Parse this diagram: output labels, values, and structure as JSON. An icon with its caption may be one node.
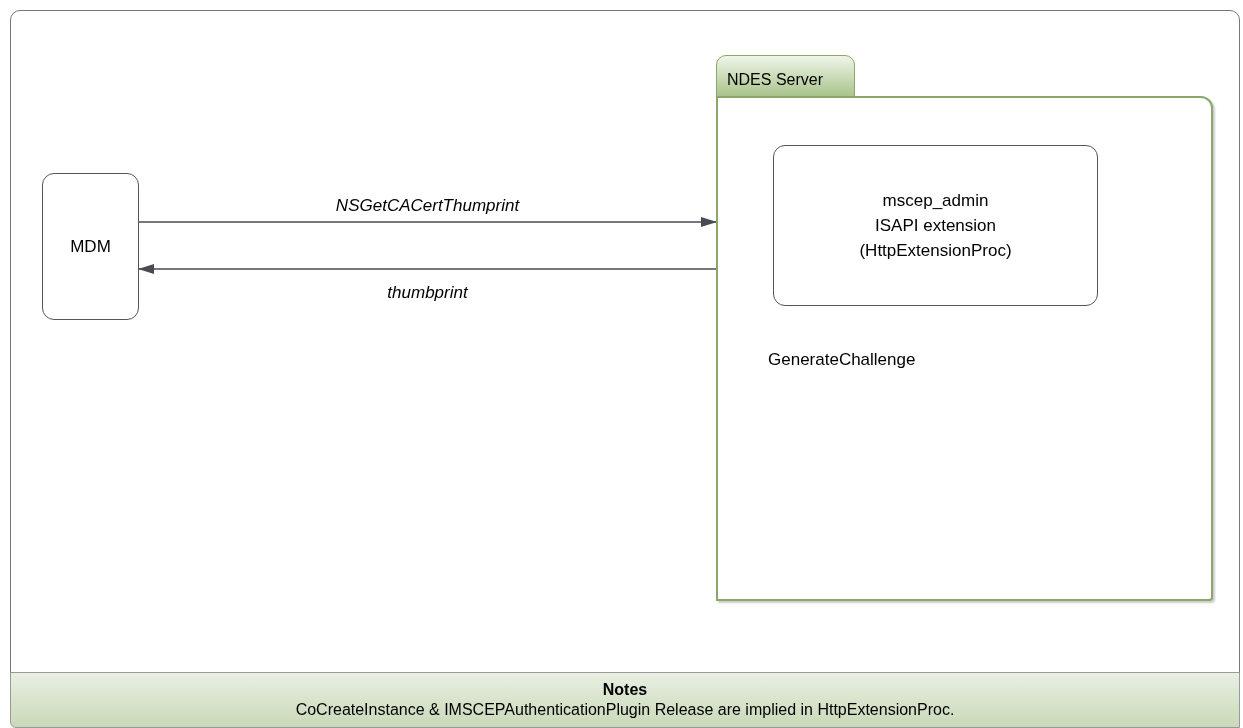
{
  "diagram": {
    "nodes": [
      {
        "text": [
          "MDM"
        ]
      },
      {
        "text": [
          "NDES Server"
        ]
      },
      {
        "text": [
          "mscep_admin ISAPI extension (HttpExtensionProc)"
        ],
        "in": 1
      },
      {
        "text": [
          "Notes",
          "CoCreateInstance & IMSCEPAuthenticationPlugin Release are implied in HttpExtensionProc."
        ]
      }
    ],
    "edges": [
      {
        "from": 0,
        "to": 1,
        "arrow": "to",
        "label": "NSGetCACertThumprint"
      },
      {
        "from": 1,
        "to": 0,
        "arrow": "to",
        "label": "thumbprint"
      }
    ],
    "labels": [
      "GenerateChallenge"
    ]
  }
}
